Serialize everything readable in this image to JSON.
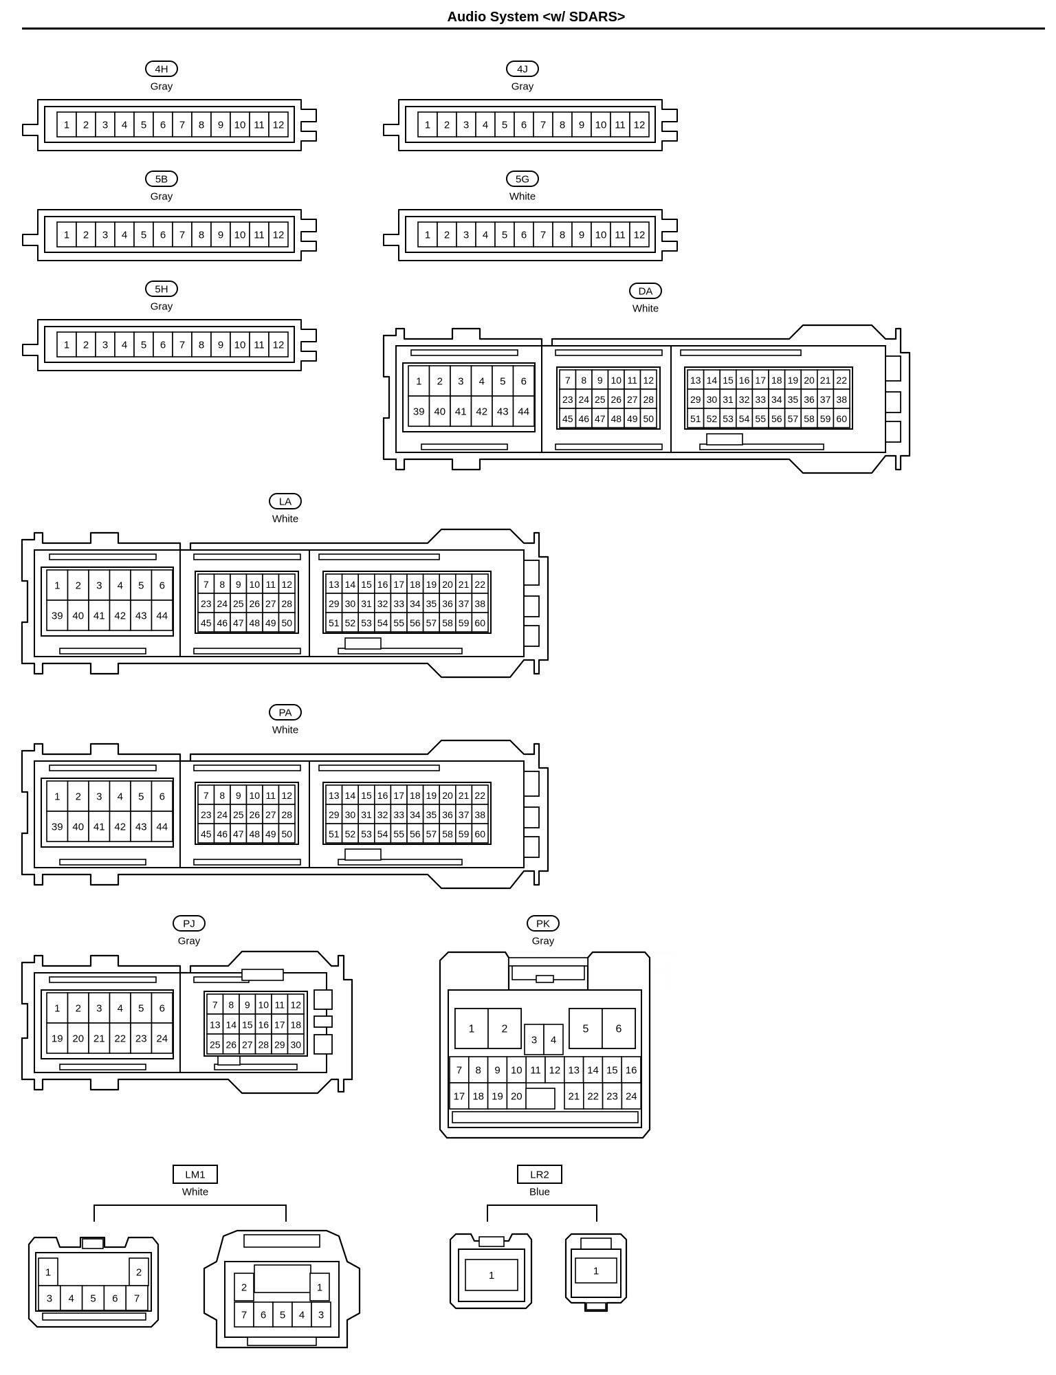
{
  "page_title": "Audio System <w/ SDARS>",
  "connectors": [
    {
      "id": "4H",
      "color": "Gray",
      "pins": [
        "1",
        "2",
        "3",
        "4",
        "5",
        "6",
        "7",
        "8",
        "9",
        "10",
        "11",
        "12"
      ]
    },
    {
      "id": "4J",
      "color": "Gray",
      "pins": [
        "1",
        "2",
        "3",
        "4",
        "5",
        "6",
        "7",
        "8",
        "9",
        "10",
        "11",
        "12"
      ]
    },
    {
      "id": "5B",
      "color": "Gray",
      "pins": [
        "1",
        "2",
        "3",
        "4",
        "5",
        "6",
        "7",
        "8",
        "9",
        "10",
        "11",
        "12"
      ]
    },
    {
      "id": "5G",
      "color": "White",
      "pins": [
        "1",
        "2",
        "3",
        "4",
        "5",
        "6",
        "7",
        "8",
        "9",
        "10",
        "11",
        "12"
      ]
    },
    {
      "id": "5H",
      "color": "Gray",
      "pins": [
        "1",
        "2",
        "3",
        "4",
        "5",
        "6",
        "7",
        "8",
        "9",
        "10",
        "11",
        "12"
      ]
    },
    {
      "id": "DA",
      "color": "White"
    },
    {
      "id": "LA",
      "color": "White"
    },
    {
      "id": "PA",
      "color": "White"
    },
    {
      "id": "PJ",
      "color": "Gray"
    },
    {
      "id": "PK",
      "color": "Gray"
    },
    {
      "id": "LM1",
      "color": "White"
    },
    {
      "id": "LR2",
      "color": "Blue"
    }
  ],
  "block60": {
    "left_top": [
      "1",
      "2",
      "3",
      "4",
      "5",
      "6"
    ],
    "left_bottom": [
      "39",
      "40",
      "41",
      "42",
      "43",
      "44"
    ],
    "mid_rows": [
      [
        "7",
        "8",
        "9",
        "10",
        "11",
        "12"
      ],
      [
        "23",
        "24",
        "25",
        "26",
        "27",
        "28"
      ],
      [
        "45",
        "46",
        "47",
        "48",
        "49",
        "50"
      ]
    ],
    "right_rows": [
      [
        "13",
        "14",
        "15",
        "16",
        "17",
        "18",
        "19",
        "20",
        "21",
        "22"
      ],
      [
        "29",
        "30",
        "31",
        "32",
        "33",
        "34",
        "35",
        "36",
        "37",
        "38"
      ],
      [
        "51",
        "52",
        "53",
        "54",
        "55",
        "56",
        "57",
        "58",
        "59",
        "60"
      ]
    ]
  },
  "pj_block": {
    "left_top": [
      "1",
      "2",
      "3",
      "4",
      "5",
      "6"
    ],
    "left_bottom": [
      "19",
      "20",
      "21",
      "22",
      "23",
      "24"
    ],
    "right_rows": [
      [
        "7",
        "8",
        "9",
        "10",
        "11",
        "12"
      ],
      [
        "13",
        "14",
        "15",
        "16",
        "17",
        "18"
      ],
      [
        "25",
        "26",
        "27",
        "28",
        "29",
        "30"
      ]
    ]
  },
  "pk_block": {
    "top_left": [
      "1",
      "2"
    ],
    "top_right": [
      "5",
      "6"
    ],
    "center": [
      "3",
      "4"
    ],
    "row1": [
      "7",
      "8",
      "9",
      "10",
      "11",
      "12",
      "13",
      "14",
      "15",
      "16"
    ],
    "row2_left": [
      "17",
      "18",
      "19",
      "20"
    ],
    "row2_right": [
      "21",
      "22",
      "23",
      "24"
    ]
  },
  "lm1_block": {
    "left_top": [
      "1",
      "2"
    ],
    "left_bottom": [
      "3",
      "4",
      "5",
      "6",
      "7"
    ],
    "right_top": [
      "2",
      "1"
    ],
    "right_bottom": [
      "7",
      "6",
      "5",
      "4",
      "3"
    ]
  },
  "lr2_block": {
    "pins": [
      "1",
      "1"
    ]
  }
}
